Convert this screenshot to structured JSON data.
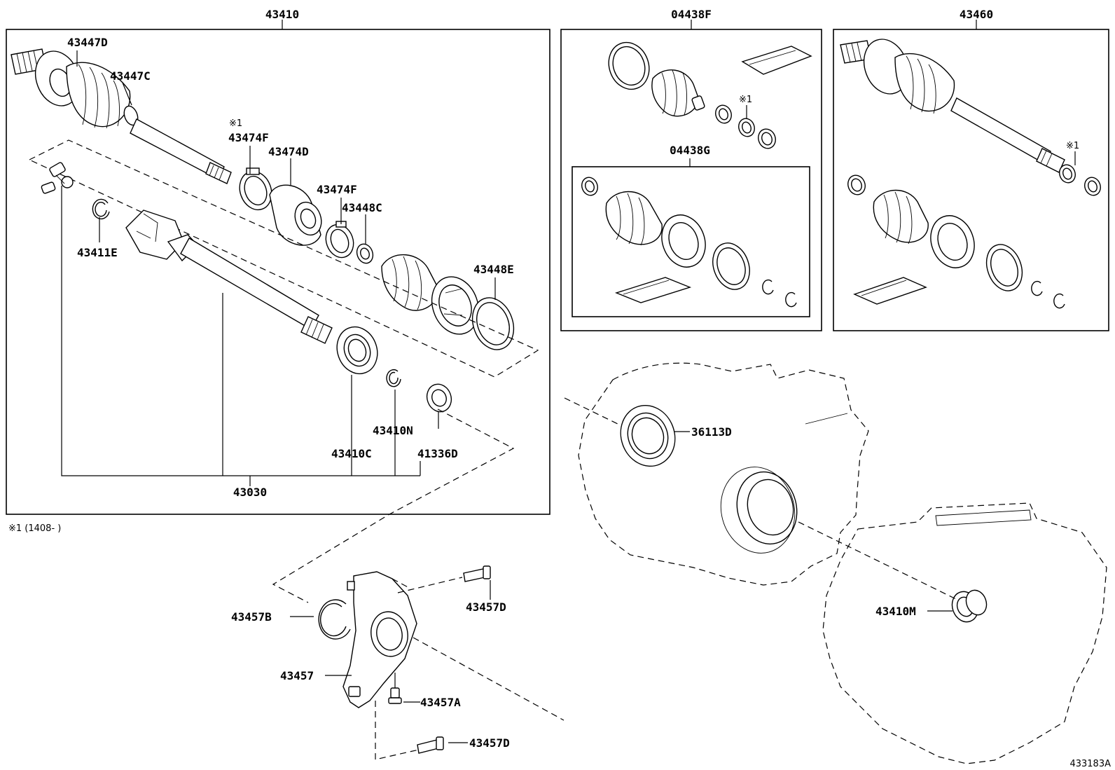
{
  "groups": {
    "g43410": "43410",
    "g04438F": "04438F",
    "g04438G": "04438G",
    "g43460": "43460"
  },
  "labels": {
    "p43447D": "43447D",
    "p43447C": "43447C",
    "note1a": "※1",
    "p43474F_a": "43474F",
    "p43474D": "43474D",
    "p43474F_b": "43474F",
    "p43448C": "43448C",
    "p43411E": "43411E",
    "p43448E": "43448E",
    "p43410N": "43410N",
    "p43410C": "43410C",
    "p41336D": "41336D",
    "p43030": "43030",
    "note1b": "※1",
    "note1c": "※1",
    "p36113D": "36113D",
    "p43410M": "43410M",
    "p43457B": "43457B",
    "p43457D_a": "43457D",
    "p43457": "43457",
    "p43457A": "43457A",
    "p43457D_b": "43457D"
  },
  "footnote": "※1 (1408-    )",
  "figure_id": "433183A"
}
